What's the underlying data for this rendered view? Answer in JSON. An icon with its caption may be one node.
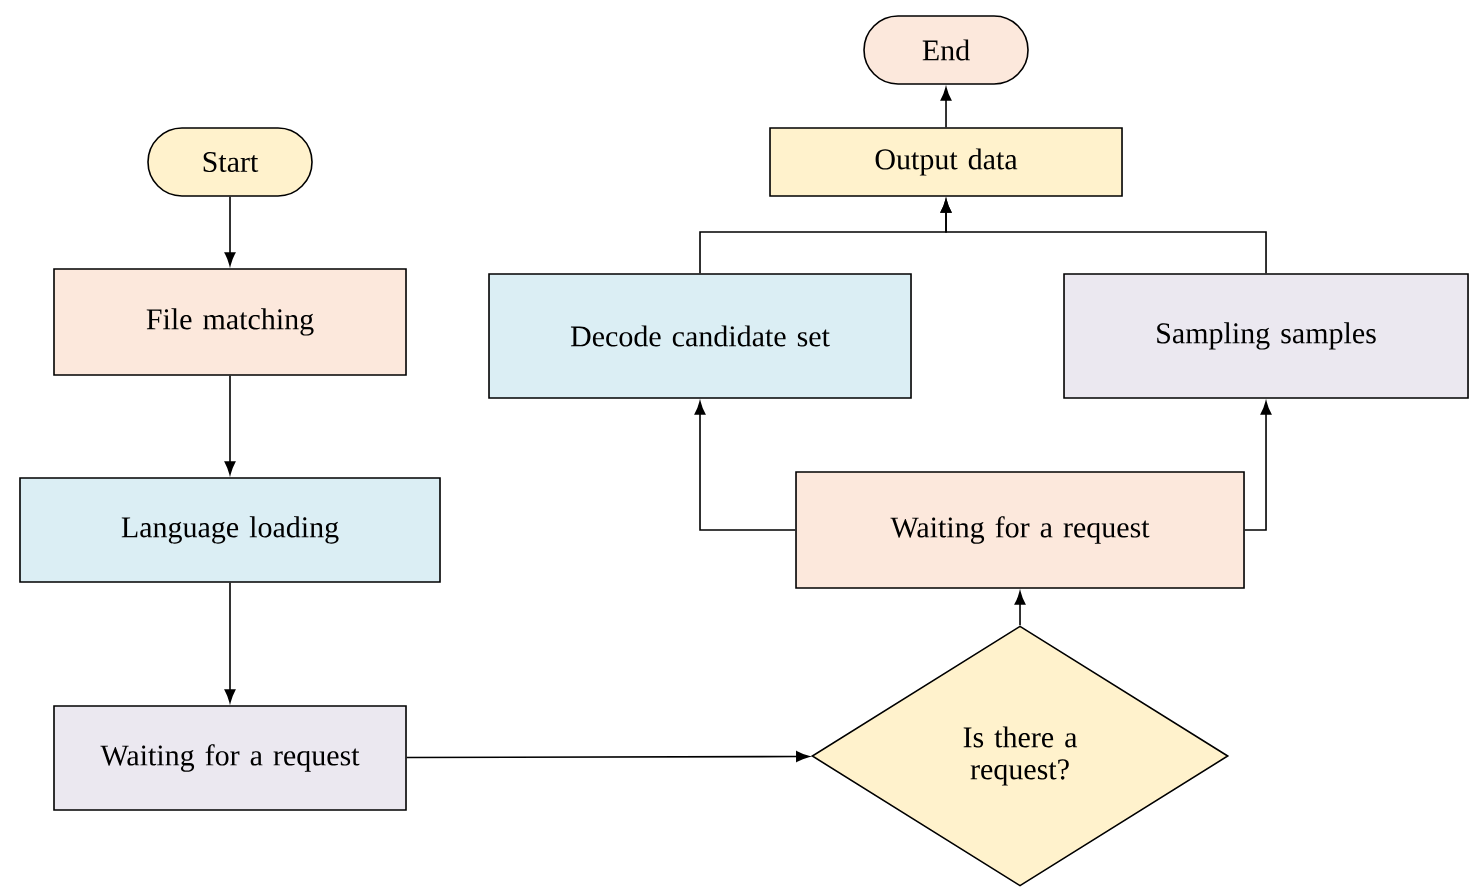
{
  "diagram": {
    "nodes": [
      {
        "text": [
          "Start"
        ]
      },
      {
        "text": [
          "File matching"
        ]
      },
      {
        "text": [
          "Language loading"
        ]
      },
      {
        "text": [
          "Waiting for a request"
        ]
      },
      {
        "text": [
          "End"
        ]
      },
      {
        "text": [
          "Output data"
        ]
      },
      {
        "text": [
          "Decode candidate set"
        ]
      },
      {
        "text": [
          "Sampling samples"
        ]
      },
      {
        "text": [
          "Waiting for a request"
        ]
      },
      {
        "text": [
          "Is there a request?"
        ]
      }
    ],
    "edges": [
      {
        "from": 0,
        "to": 1,
        "arrow": "to"
      },
      {
        "from": 1,
        "to": 2,
        "arrow": "to"
      },
      {
        "from": 2,
        "to": 3,
        "arrow": "to"
      },
      {
        "from": 3,
        "to": 9,
        "arrow": "to"
      },
      {
        "from": 9,
        "to": 8,
        "arrow": "to"
      },
      {
        "from": 8,
        "to": 6,
        "arrow": "to"
      },
      {
        "from": 8,
        "to": 7,
        "arrow": "to"
      },
      {
        "from": 6,
        "to": 5,
        "arrow": "to"
      },
      {
        "from": 7,
        "to": 5,
        "arrow": "to"
      },
      {
        "from": 5,
        "to": 4,
        "arrow": "to"
      }
    ]
  }
}
